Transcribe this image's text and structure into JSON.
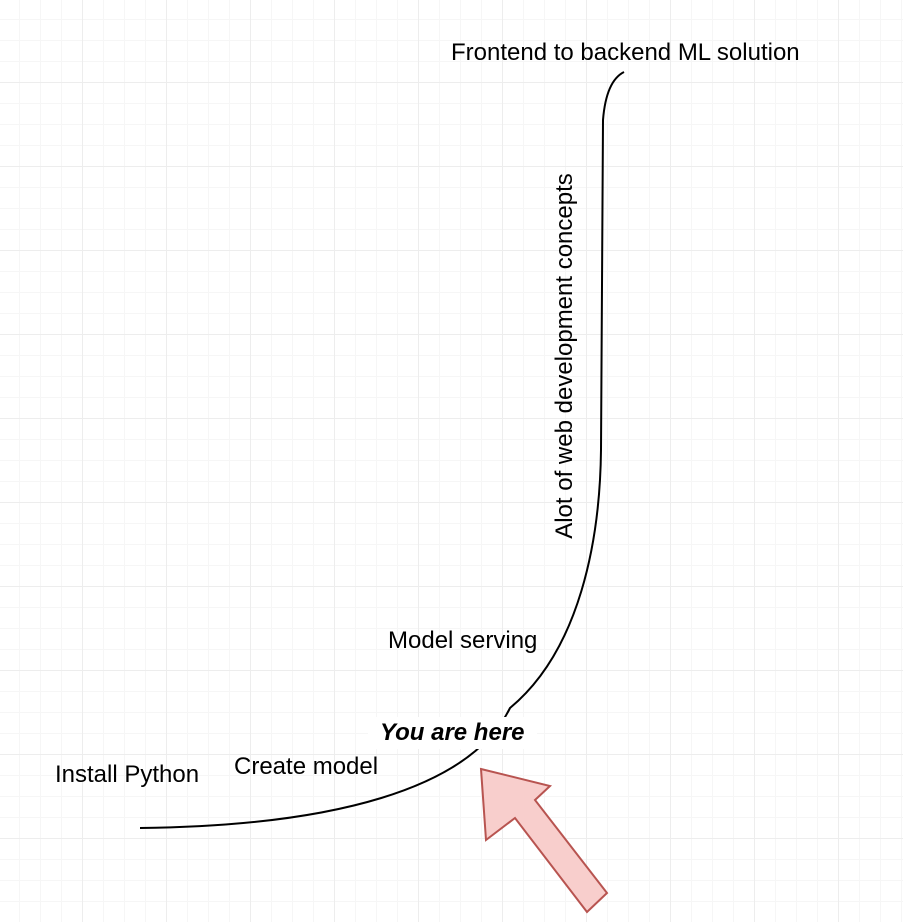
{
  "diagram": {
    "labels": {
      "goal": "Frontend to backend ML solution",
      "web_concepts": "Alot of web development concepts",
      "model_serving": "Model serving",
      "current_position": "You are here",
      "create_model": "Create model",
      "install_python": "Install Python"
    },
    "colors": {
      "curve": "#000000",
      "arrow_fill": "#f8cecc",
      "arrow_stroke": "#b85450",
      "grid": "#ededed"
    }
  }
}
